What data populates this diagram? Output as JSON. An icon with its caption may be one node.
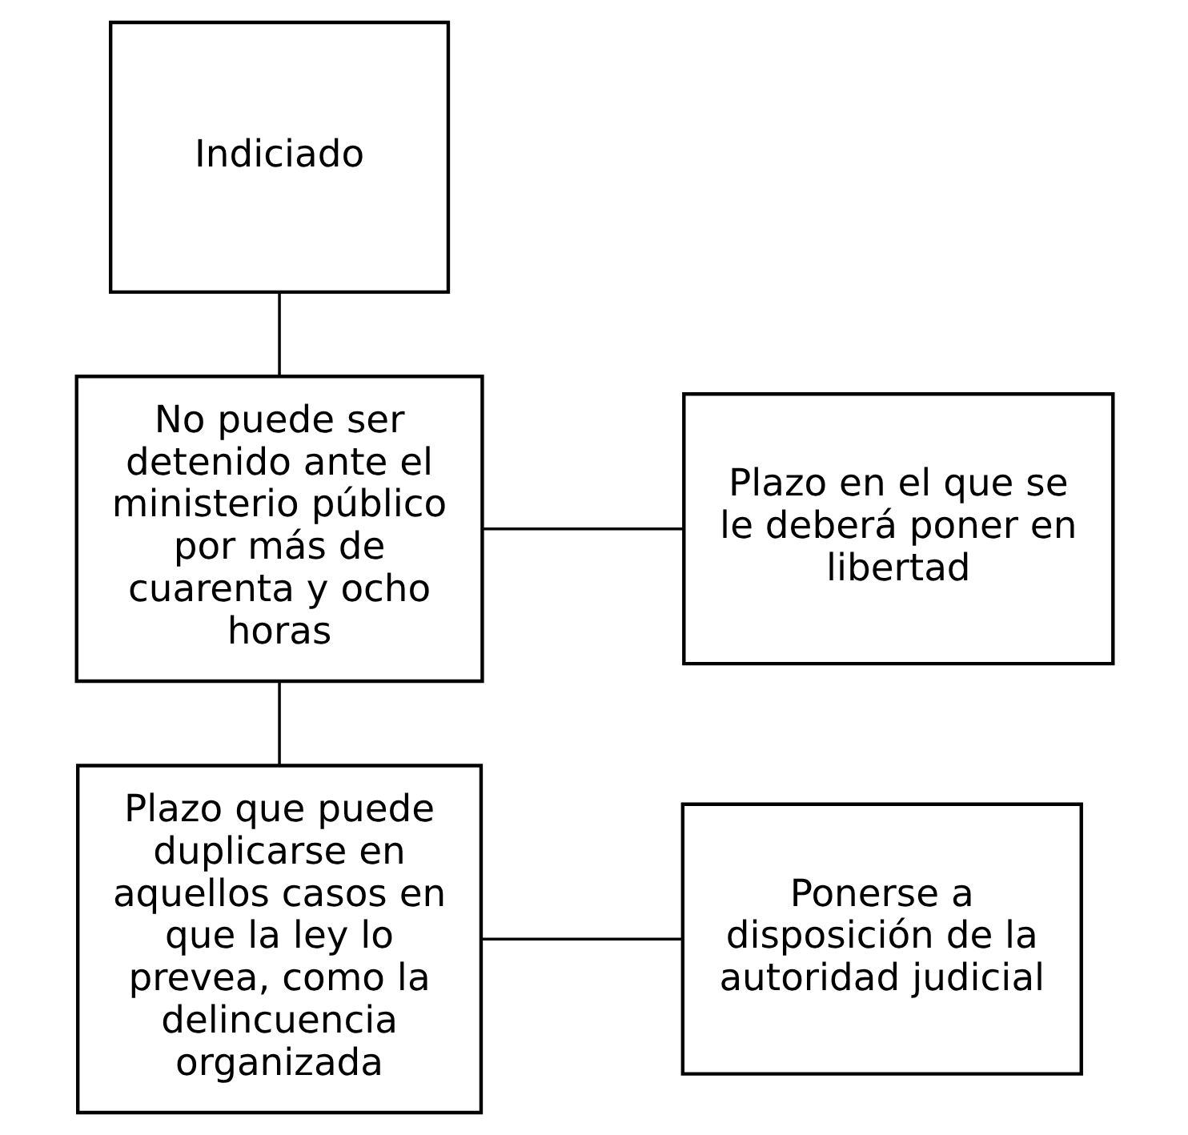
{
  "diagram": {
    "nodes": [
      {
        "text": [
          "Indiciado"
        ]
      },
      {
        "text": [
          "No puede ser detenido ante el ministerio público por más de cuarenta y ocho horas"
        ]
      },
      {
        "text": [
          "Plazo en el que se le deberá poner en libertad"
        ]
      },
      {
        "text": [
          "Plazo que puede duplicarse en aquellos casos en que la ley lo prevea, como la delincuencia organizada"
        ]
      },
      {
        "text": [
          "Ponerse a disposición de la autoridad judicial"
        ]
      }
    ],
    "edges": [
      {
        "from": 0,
        "to": 1,
        "arrow": "none"
      },
      {
        "from": 1,
        "to": 2,
        "arrow": "none"
      },
      {
        "from": 1,
        "to": 3,
        "arrow": "none"
      },
      {
        "from": 3,
        "to": 4,
        "arrow": "none"
      }
    ]
  }
}
